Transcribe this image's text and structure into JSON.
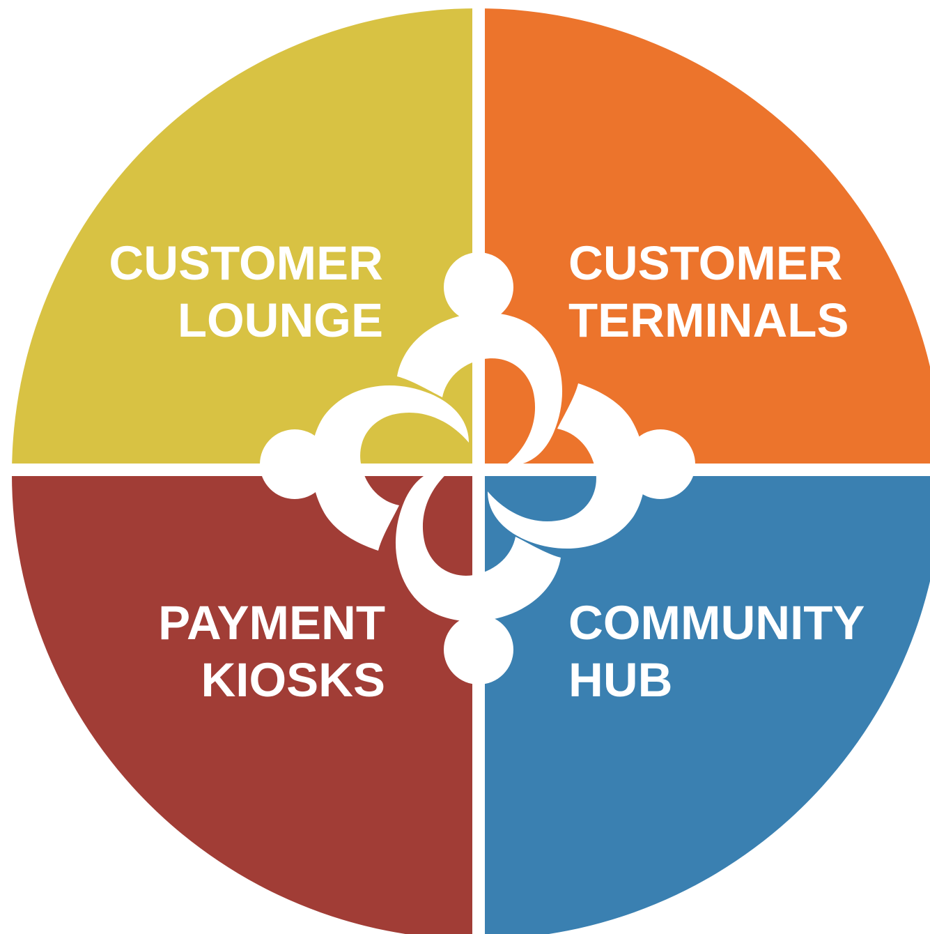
{
  "quadrants": [
    {
      "id": "top-left",
      "lines": [
        "CUSTOMER",
        "LOUNGE"
      ],
      "color": "#D8C243"
    },
    {
      "id": "top-right",
      "lines": [
        "CUSTOMER",
        "TERMINALS"
      ],
      "color": "#EC742C"
    },
    {
      "id": "bottom-left",
      "lines": [
        "PAYMENT",
        "KIOSKS"
      ],
      "color": "#A13D36"
    },
    {
      "id": "bottom-right",
      "lines": [
        "COMMUNITY",
        "HUB"
      ],
      "color": "#3A80B1"
    }
  ],
  "center_logo": {
    "icon": "four-people-circle-logo",
    "color": "#FFFFFF"
  },
  "divider_color": "#FFFFFF"
}
